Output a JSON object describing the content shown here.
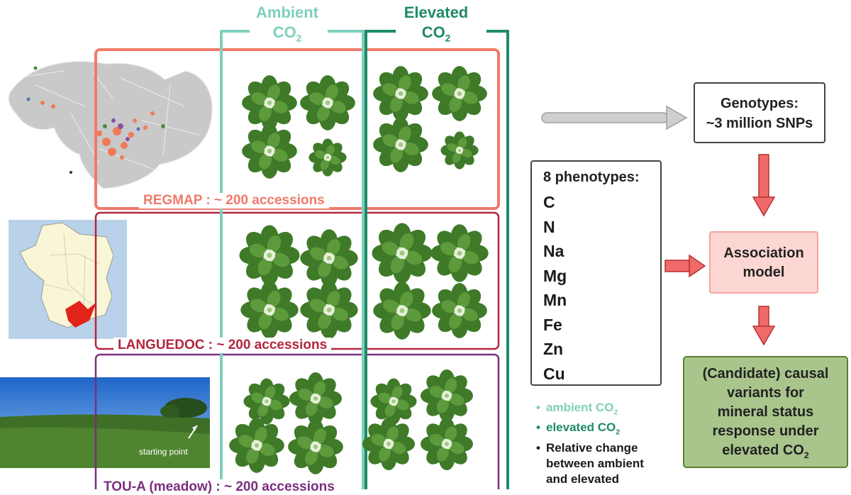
{
  "columns": {
    "ambient": {
      "line1": "Ambient",
      "line2": "CO",
      "sub": "2",
      "color": "#7fcfbc"
    },
    "elevated": {
      "line1": "Elevated",
      "line2": "CO",
      "sub": "2",
      "color": "#1f8a6a"
    }
  },
  "groups": [
    {
      "label": "REGMAP : ~ 200 accessions",
      "color": "#ef7a6a",
      "inset": "world-map"
    },
    {
      "label": "LANGUEDOC : ~ 200 accessions",
      "color": "#b3263e",
      "inset": "france-map"
    },
    {
      "label": "TOU-A (meadow) : ~ 200 accessions",
      "color": "#7b2e7e",
      "inset": "meadow-photo"
    }
  ],
  "photo_caption": "starting point",
  "genotypes": {
    "line1": "Genotypes:",
    "line2": "~3 million SNPs"
  },
  "phenotypes": {
    "title": "8 phenotypes:",
    "items": [
      "C",
      "N",
      "Na",
      "Mg",
      "Mn",
      "Fe",
      "Zn",
      "Cu"
    ]
  },
  "legend": [
    {
      "text": "ambient CO",
      "sub": "2",
      "color": "#7fcfbc"
    },
    {
      "text": "elevated CO",
      "sub": "2",
      "color": "#1f8a6a"
    },
    {
      "lines": [
        "Relative change",
        "between ambient",
        "and elevated"
      ],
      "color": "#1a1a1a"
    }
  ],
  "association": {
    "line1": "Association",
    "line2": "model",
    "fill": "#fcd6d2",
    "border": "#f3a59e"
  },
  "result": {
    "lines": [
      "(Candidate) causal",
      "variants for",
      "mineral status",
      "response under",
      "elevated CO"
    ],
    "sub": "2",
    "fill": "#a9c58c",
    "border": "#5a7f35"
  },
  "icons": {
    "arrow_gray": "gray-right-arrow",
    "arrow_red": "red-arrow",
    "plant": "rosette-plant-icon",
    "map_world": "world-map",
    "map_france": "france-map"
  }
}
